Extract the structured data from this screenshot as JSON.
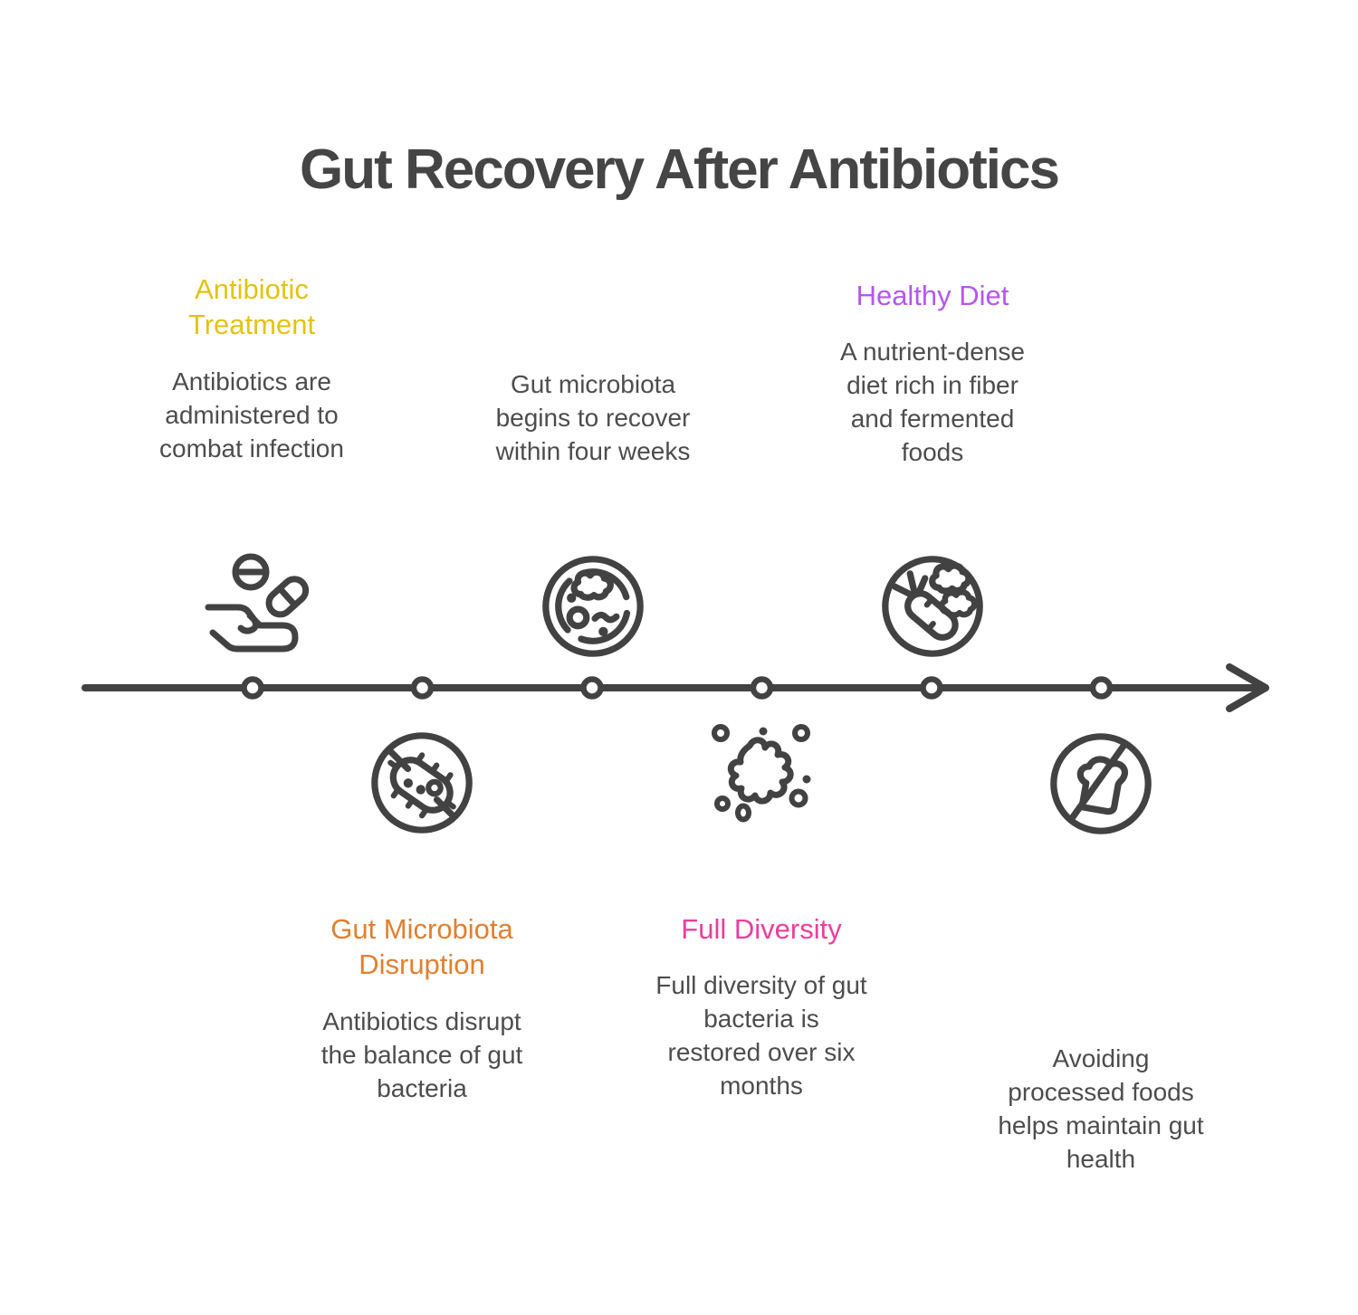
{
  "title": "Gut Recovery After Antibiotics",
  "colors": {
    "background": "#ffffff",
    "title_text": "#454545",
    "body_text": "#4d4d4d",
    "line_and_icons": "#424242",
    "yellow": "#e3c311",
    "orange": "#e08030",
    "pink": "#ea3f9d",
    "purple": "#b457ee"
  },
  "timeline": {
    "node_count": 6,
    "direction": "left-to-right"
  },
  "steps": [
    {
      "id": "antibiotic-treatment",
      "side": "above",
      "heading": "Antibiotic\nTreatment",
      "heading_color": "#e3c311",
      "body": "Antibiotics are\nadministered to\ncombat infection",
      "icon": "hand-pills-icon"
    },
    {
      "id": "gut-microbiota-disruption",
      "side": "below",
      "heading": "Gut Microbiota\nDisruption",
      "heading_color": "#e08030",
      "body": "Antibiotics disrupt\nthe balance of gut\nbacteria",
      "icon": "no-bacteria-icon"
    },
    {
      "id": "recovery-begins",
      "side": "above",
      "heading": "",
      "heading_color": "",
      "body": "Gut microbiota\nbegins to recover\nwithin four weeks",
      "icon": "petri-dish-icon"
    },
    {
      "id": "full-diversity",
      "side": "below",
      "heading": "Full Diversity",
      "heading_color": "#ea3f9d",
      "body": "Full diversity of gut\nbacteria is\nrestored over six\nmonths",
      "icon": "microbe-splat-icon"
    },
    {
      "id": "healthy-diet",
      "side": "above",
      "heading": "Healthy Diet",
      "heading_color": "#b457ee",
      "body": "A nutrient-dense\ndiet rich in fiber\nand fermented\nfoods",
      "icon": "vegetables-icon"
    },
    {
      "id": "avoid-processed-foods",
      "side": "below",
      "heading": "",
      "heading_color": "",
      "body": "Avoiding\nprocessed foods\nhelps maintain gut\nhealth",
      "icon": "no-bread-icon"
    }
  ]
}
